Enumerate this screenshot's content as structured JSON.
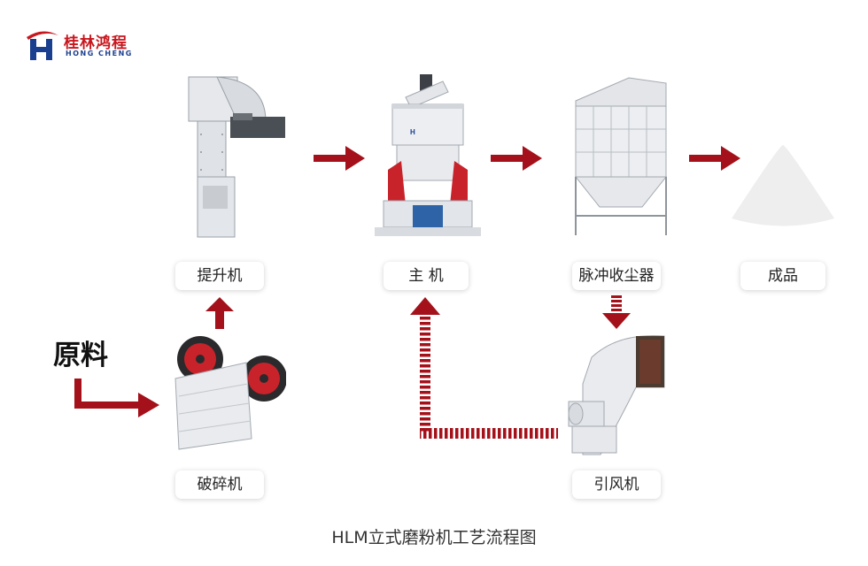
{
  "brand": {
    "name_cn": "桂林鸿程",
    "name_en": "HONG CHENG",
    "logo_letter": "H",
    "red": "#c8161d",
    "blue": "#1b3f8f"
  },
  "raw_material": "原料",
  "stages": {
    "elevator": "提升机",
    "main_mill": "主 机",
    "dust_collector": "脉冲收尘器",
    "product": "成品",
    "crusher": "破碎机",
    "fan": "引风机"
  },
  "caption": "HLM立式磨粉机工艺流程图",
  "colors": {
    "arrow": "#a4111a",
    "machine": "#e9ebee",
    "accent_red": "#c8232a"
  }
}
